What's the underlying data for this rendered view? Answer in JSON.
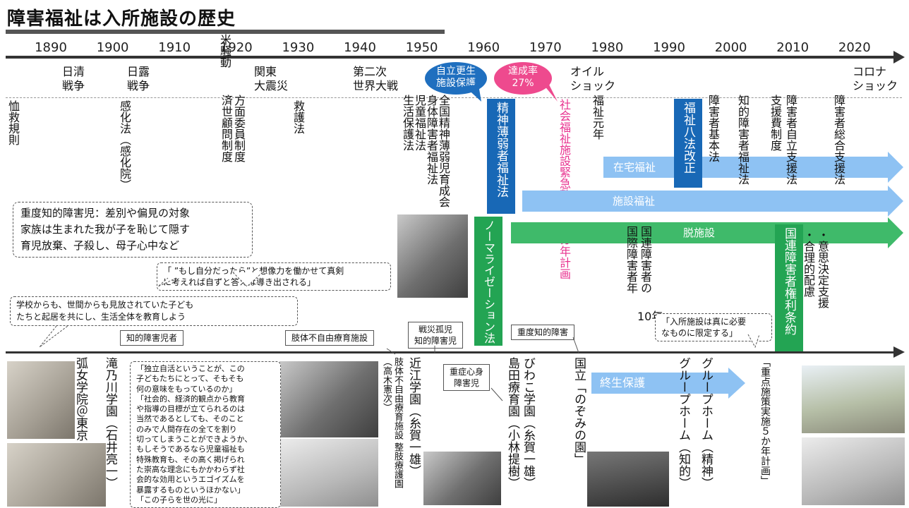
{
  "title": "障害福祉は入所施設の歴史",
  "years": [
    "1890",
    "1900",
    "1910",
    "1920",
    "1930",
    "1940",
    "1950",
    "1960",
    "1970",
    "1980",
    "1990",
    "2000",
    "2010",
    "2020"
  ],
  "upper_events": {
    "nisshin": "日清\n戦争",
    "nichiro": "日露\n戦争",
    "kome": "米騒動",
    "kanto": "関東\n大震災",
    "ww2": "第二次\n世界大戦",
    "oil": "オイル\nショック",
    "corona": "コロナ\nショック"
  },
  "bubbles": {
    "jiritsu": "自立更生\n施設保護",
    "tassei": "達成率\n27%"
  },
  "laws": {
    "jukkyu": "恤救規則",
    "kanka": "感化法（感化院）",
    "homen": "方面委員制度",
    "saisei": "済世顧問制度",
    "kyugo": "救護法",
    "seikatsu": "生活保護法",
    "jido": "児童福祉法",
    "shintai": "身体障害者福祉法",
    "zenkoku": "全国精神薄弱児育成会",
    "seishin": "精神薄弱者福祉法",
    "normalization": "ノーマライゼーション法",
    "kinkyu": "社会福祉施設緊急整備　５カ年計画",
    "gannen": "福祉元年",
    "kokusai": "国際障害者年",
    "kokuren": "国連障害者の",
    "juunen": "10年",
    "hachiho": "福祉八法改正",
    "kihon": "障害者基本法",
    "chiteki": "知的障害者福祉法",
    "shienhi": "支援費制度",
    "jiritsushien": "障害者自立支援法",
    "sogo": "障害者総合支援法",
    "kenri": "国連障害者権利条約",
    "gori": "・合理的配慮",
    "ishi": "・意思決定支援"
  },
  "arrows": {
    "zaitaku": "在宅福祉",
    "shisetsu": "施設福祉",
    "datsu": "脱施設",
    "shusei": "終生保護"
  },
  "notes": {
    "severe": "重度知的障害児：差別や偏見の対象\n家族は生まれた我が子を恥じて隠す\n育児放棄、子殺し、母子心中など",
    "moshi": "「 ”もし自分だったら”と想像力を働かせて真剣\nに考えれば自ずと答えは導き出される」",
    "gakko": "学校からも、世間からも見放されていた子ども\nたちと起居を共にし、生活全体を教育しよう",
    "nyusho": "「入所施設は真に必要\nなものに限定する」",
    "itokazu": "「独立自活ということが、この\n子どもたちにとって、そもそも\n何の意味をもっているのか」\n「社会的、経済的観点から教育\nや指導の目標が立てられるのは\n当然であるとしても、そのこと\nのみで人間存在の全てを割り\n切ってしまうことができようか、\nもしそうであるなら児童福祉も\n特殊教育も、その高く掲げられ\nた崇高な理念にもかかわらず社\n会的な効用というエゴイズムを\n暴露するものというほかない」\n「この子らを世の光に」"
  },
  "labels": {
    "chiteki": "知的障害児者",
    "shitai": "肢体不自由療育施設",
    "sensai": "戦災孤児\n知的障害児",
    "judo": "重度知的障害",
    "jusho": "重症心身\n障害児"
  },
  "lower": {
    "konyo": "弧女学院＠東京",
    "takinogawa": "滝乃川学園（石井亮一）",
    "seishi": "肢体不自由療育施設 整肢療護園",
    "takagi": "（高木憲次）",
    "omi": "近江学園（糸賀一雄）",
    "biwako": "びわこ学園（糸賀一雄）",
    "shimada": "島田療育園（小林提樹）",
    "nozomi": "国立「のぞみの園」",
    "gh_chiteki": "グループホーム（知的）",
    "gh_seishin": "グループホーム（精神）",
    "juten": "「重点施策実施５か年計画」"
  },
  "colors": {
    "blue": "#1868b6",
    "green": "#23a453",
    "light_blue": "#8ec2f3",
    "pink": "#e8318f"
  }
}
